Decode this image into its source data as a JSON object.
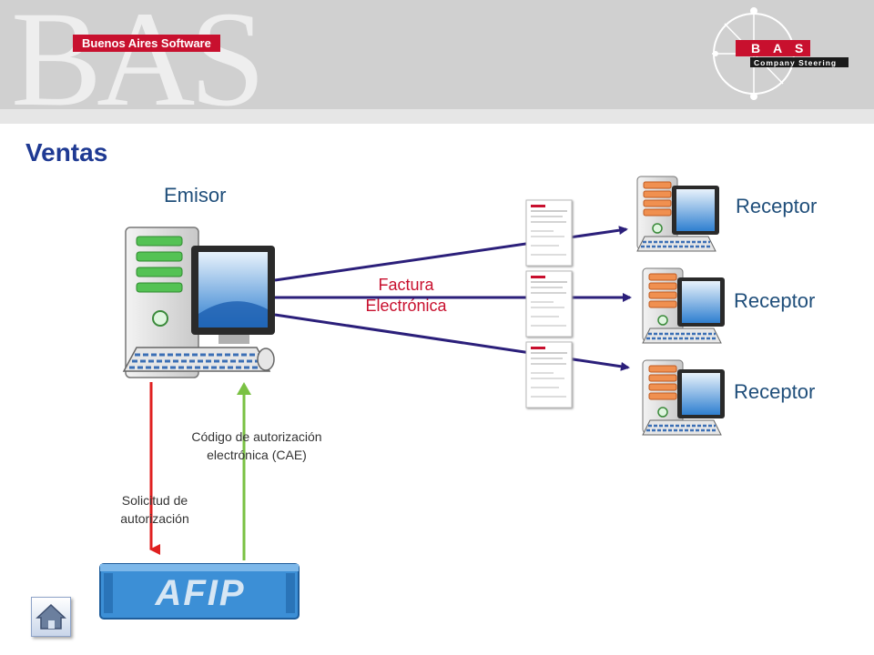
{
  "header": {
    "logo_letters": "BAS",
    "logo_tagline": "Buenos Aires Software",
    "right_logo": {
      "letters": [
        "B",
        "A",
        "S"
      ],
      "tagline": "Company Steering"
    }
  },
  "page": {
    "title": "Ventas"
  },
  "diagram": {
    "emisor": "Emisor",
    "receptores": [
      "Receptor",
      "Receptor",
      "Receptor"
    ],
    "factura": [
      "Factura",
      "Electrónica"
    ],
    "cae": [
      "Código de autorización",
      "electrónica (CAE)"
    ],
    "solicitud": [
      "Solicitud de",
      "autorización"
    ],
    "afip": "AFIP"
  },
  "colors": {
    "title": "#1f3a93",
    "arrow_to_receptor": "#2b1f7a",
    "arrow_request": "#e02020",
    "arrow_cae": "#7ac143",
    "factura_text": "#c8102e",
    "brand_red": "#c8102e"
  },
  "icons": {
    "home": "home-icon"
  }
}
